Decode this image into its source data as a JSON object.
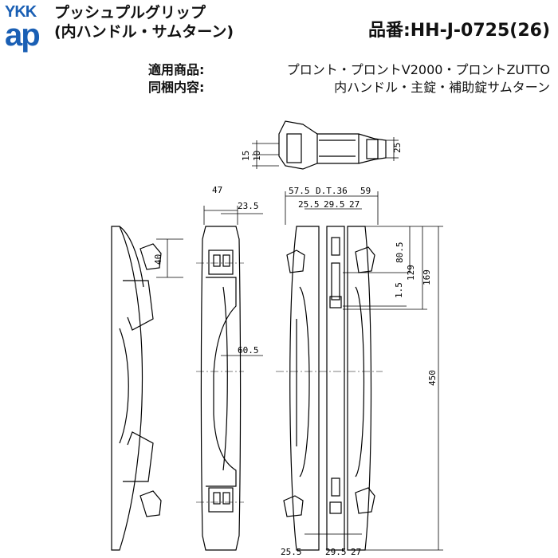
{
  "logo": {
    "line1": "YKK",
    "line2": "ap",
    "color": "#1a5fb4"
  },
  "header": {
    "title_line1": "プッシュプルグリップ",
    "title_line2": "(内ハンドル・サムターン)",
    "part_number": "品番:HH-J-0725(26)"
  },
  "specs": [
    {
      "label": "適用商品:",
      "value": "プロント・プロントV2000・プロントZUTTO"
    },
    {
      "label": "同梱内容:",
      "value": "内ハンドル・主錠・補助錠サムターン"
    }
  ],
  "dimensions": {
    "top_15": "15",
    "top_10": "10",
    "top_25": "25",
    "w47": "47",
    "w23_5": "23.5",
    "h40": "40",
    "w60_5": "60.5",
    "w57_5": "57.5",
    "dt36": "D.T.36",
    "w59": "59",
    "w25_5": "25.5",
    "w29_5": "29.5",
    "w27": "27",
    "h80_5": "80.5",
    "h129": "129",
    "h169": "169",
    "h1_5": "1.5",
    "h450": "450",
    "b25_5": "25.5",
    "b29_5": "29.5",
    "b27": "27"
  }
}
